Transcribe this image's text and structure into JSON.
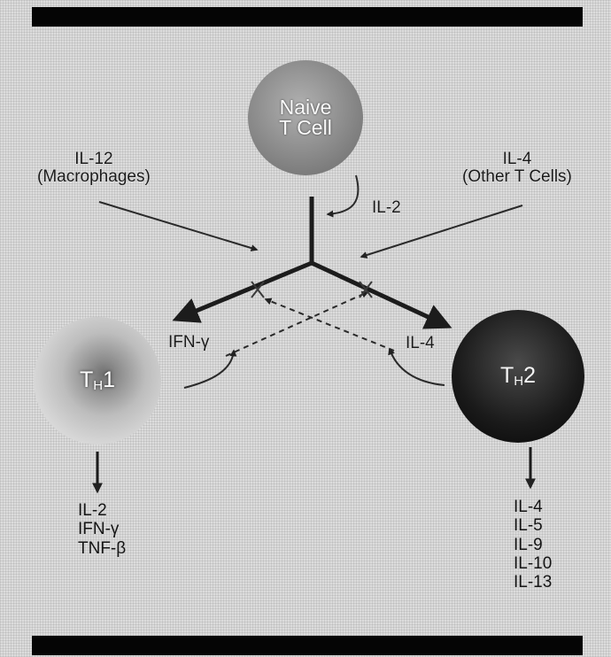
{
  "cells": {
    "naive": {
      "line1": "Naive",
      "line2": "T Cell"
    },
    "th1": {
      "main": "T",
      "sub": "H",
      "suffix": "1"
    },
    "th2": {
      "main": "T",
      "sub": "H",
      "suffix": "2"
    }
  },
  "inputs": {
    "il12": {
      "line1": "IL-12",
      "line2": "(Macrophages)"
    },
    "il4": {
      "line1": "IL-4",
      "line2": "(Other T Cells)"
    },
    "il2": "IL-2"
  },
  "feedback": {
    "ifn_gamma": "IFN-γ",
    "il4": "IL-4"
  },
  "outputs": {
    "th1": [
      "IL-2",
      "IFN-γ",
      "TNF-β"
    ],
    "th2": [
      "IL-4",
      "IL-5",
      "IL-9",
      "IL-10",
      "IL-13"
    ]
  },
  "colors": {
    "arrow": "#1c1c1c",
    "dashed": "#2a2a2a"
  }
}
